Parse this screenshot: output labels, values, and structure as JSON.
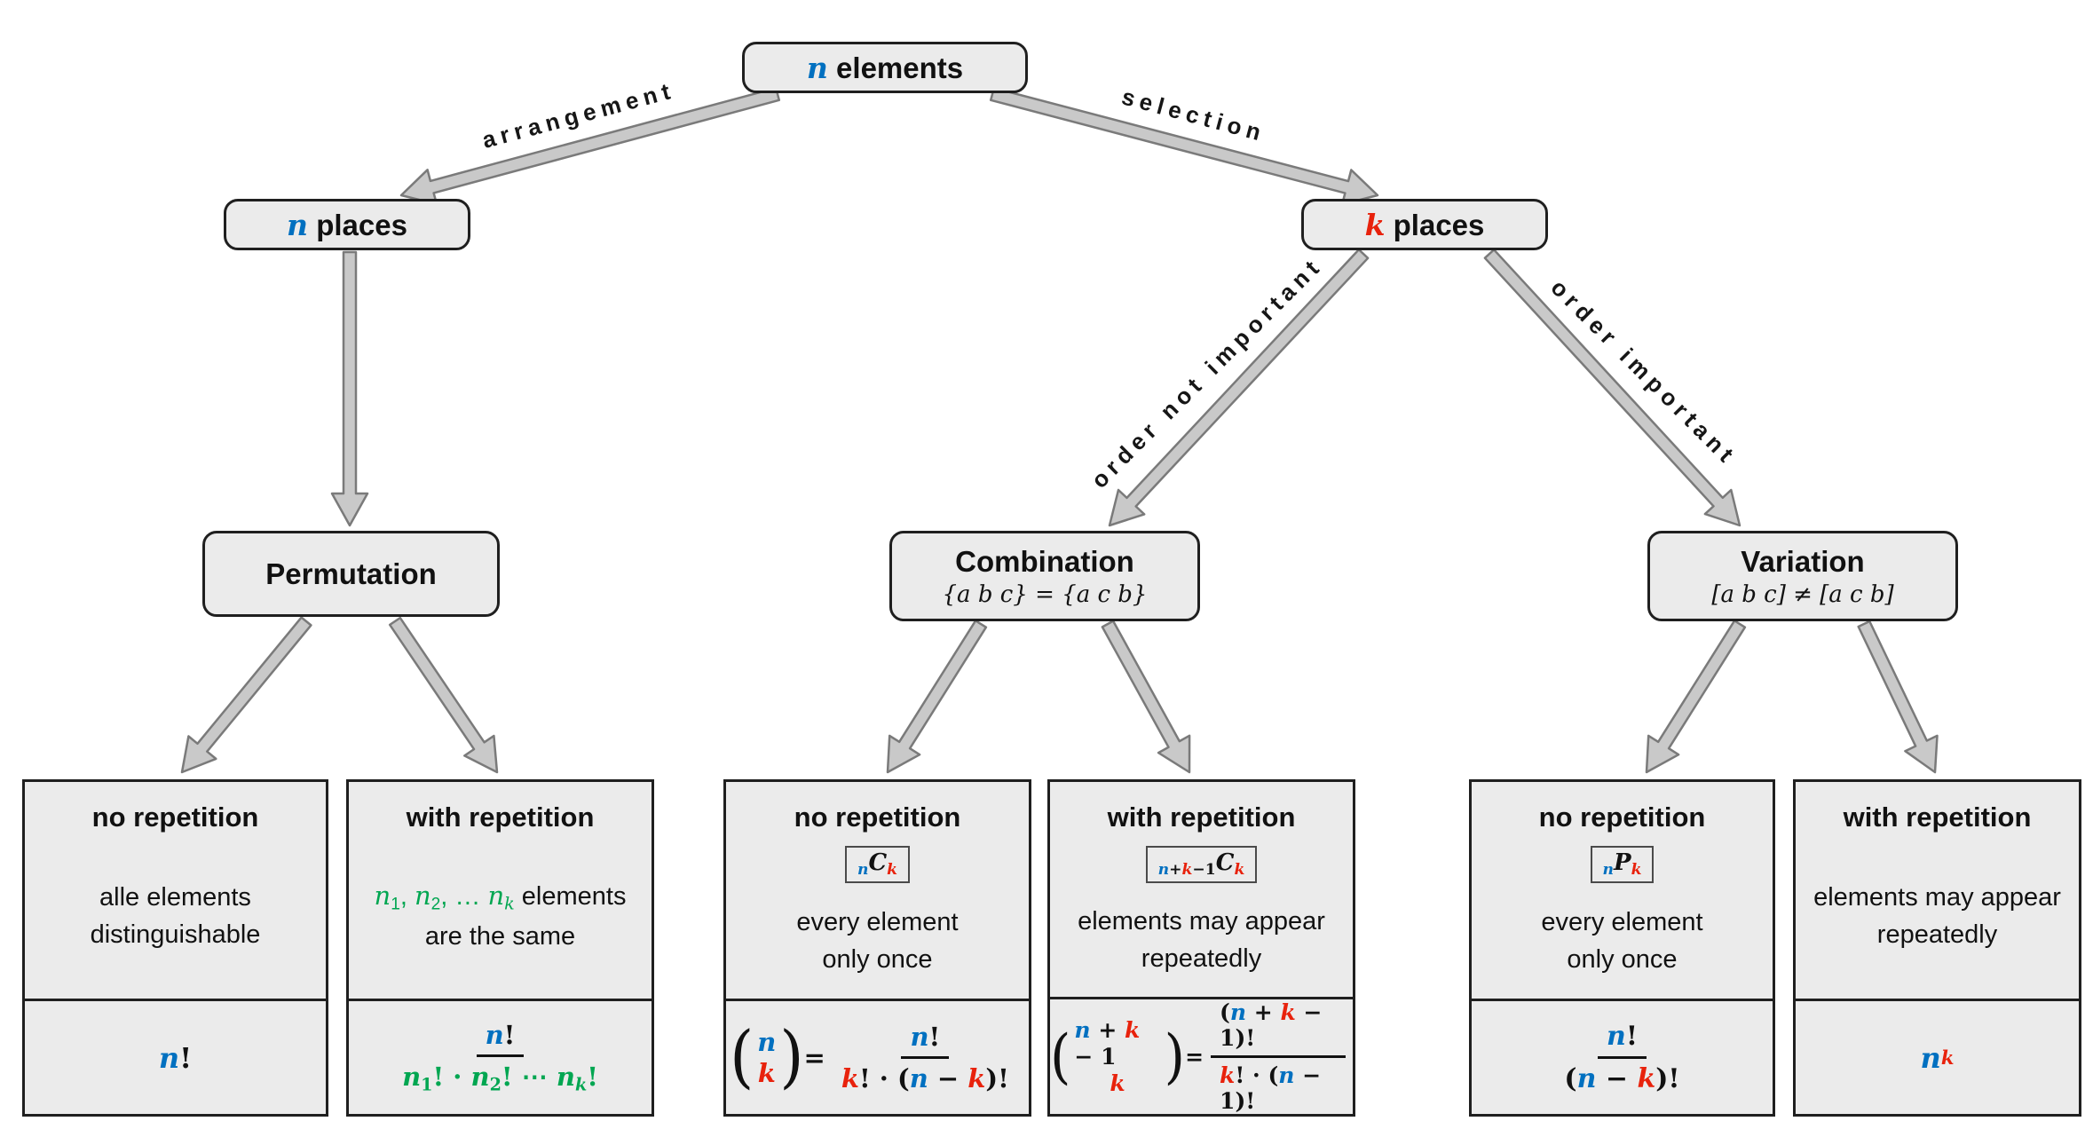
{
  "colors": {
    "blue": "#0070c0",
    "red": "#e8220c",
    "green": "#00a651",
    "black": "#111111"
  },
  "nodes": {
    "root": {
      "title": [
        {
          "t": "n",
          "c": "blue",
          "i": true
        },
        {
          "t": " elements"
        }
      ]
    },
    "n_places": {
      "title": [
        {
          "t": "n",
          "c": "blue",
          "i": true
        },
        {
          "t": " places"
        }
      ]
    },
    "k_places": {
      "title": [
        {
          "t": "k",
          "c": "red",
          "i": true
        },
        {
          "t": " places"
        }
      ]
    },
    "permutation": {
      "title": "Permutation"
    },
    "combination": {
      "title": "Combination",
      "subtitle": "{a b c} = {a c b}"
    },
    "variation": {
      "title": "Variation",
      "subtitle": "[a b c] ≠ [a c b]"
    }
  },
  "edges": {
    "arrangement": "arrangement",
    "selection": "selection",
    "order_not_important": "order not important",
    "order_important": "order important"
  },
  "leaves": [
    {
      "header": "no repetition",
      "desc": [
        {
          "t": "alle elements"
        },
        {
          "br": true
        },
        {
          "t": "distinguishable"
        }
      ],
      "formula": [
        {
          "t": "n",
          "c": "blue",
          "i": true
        },
        {
          "t": "!"
        }
      ]
    },
    {
      "header": "with repetition",
      "desc": [
        {
          "t": "n",
          "c": "green",
          "i": true
        },
        {
          "t": "1",
          "c": "green",
          "v": "sub"
        },
        {
          "t": ", ",
          "c": "green"
        },
        {
          "t": "n",
          "c": "green",
          "i": true
        },
        {
          "t": "2",
          "c": "green",
          "v": "sub"
        },
        {
          "t": ", … ",
          "c": "green"
        },
        {
          "t": "n",
          "c": "green",
          "i": true
        },
        {
          "t": "k",
          "c": "green",
          "i": true,
          "v": "sub"
        },
        {
          "t": " elements"
        },
        {
          "br": true
        },
        {
          "t": "are the same"
        }
      ],
      "formula": [
        {
          "frac": {
            "num": [
              {
                "t": "n",
                "c": "blue",
                "i": true
              },
              {
                "t": "!"
              }
            ],
            "den": [
              {
                "t": "n",
                "c": "green",
                "i": true
              },
              {
                "t": "1",
                "c": "green",
                "v": "sub"
              },
              {
                "t": "! · ",
                "c": "green"
              },
              {
                "t": "n",
                "c": "green",
                "i": true
              },
              {
                "t": "2",
                "c": "green",
                "v": "sub"
              },
              {
                "t": "! ⋯ ",
                "c": "green"
              },
              {
                "t": "n",
                "c": "green",
                "i": true
              },
              {
                "t": "k",
                "c": "green",
                "i": true,
                "v": "sub"
              },
              {
                "t": "!",
                "c": "green"
              }
            ]
          }
        }
      ]
    },
    {
      "header": "no repetition",
      "badge": [
        {
          "t": "n",
          "c": "blue",
          "i": true,
          "v": "sub"
        },
        {
          "t": "C",
          "i": true
        },
        {
          "t": "k",
          "c": "red",
          "i": true,
          "v": "sub"
        }
      ],
      "desc": [
        {
          "t": "every element"
        },
        {
          "br": true
        },
        {
          "t": "only once"
        }
      ],
      "formula": [
        {
          "binom": {
            "top": [
              {
                "t": "n",
                "c": "blue",
                "i": true
              }
            ],
            "bottom": [
              {
                "t": "k",
                "c": "red",
                "i": true
              }
            ]
          }
        },
        {
          "t": " = "
        },
        {
          "frac": {
            "num": [
              {
                "t": "n",
                "c": "blue",
                "i": true
              },
              {
                "t": "!"
              }
            ],
            "den": [
              {
                "t": "k",
                "c": "red",
                "i": true
              },
              {
                "t": "! · ("
              },
              {
                "t": "n",
                "c": "blue",
                "i": true
              },
              {
                "t": " − "
              },
              {
                "t": "k",
                "c": "red",
                "i": true
              },
              {
                "t": ")!"
              }
            ]
          }
        }
      ]
    },
    {
      "header": "with repetition",
      "badge": [
        {
          "t": "n",
          "c": "blue",
          "i": true,
          "v": "sub"
        },
        {
          "t": "+",
          "v": "sub"
        },
        {
          "t": "k",
          "c": "red",
          "i": true,
          "v": "sub"
        },
        {
          "t": "−1",
          "v": "sub"
        },
        {
          "t": "C",
          "i": true
        },
        {
          "t": "k",
          "c": "red",
          "i": true,
          "v": "sub"
        }
      ],
      "desc": [
        {
          "t": "elements may appear"
        },
        {
          "br": true
        },
        {
          "t": "repeatedly"
        }
      ],
      "formula": [
        {
          "binom": {
            "top": [
              {
                "t": "n",
                "c": "blue",
                "i": true
              },
              {
                "t": " + "
              },
              {
                "t": "k",
                "c": "red",
                "i": true
              },
              {
                "t": " − 1"
              }
            ],
            "bottom": [
              {
                "t": "k",
                "c": "red",
                "i": true
              }
            ]
          }
        },
        {
          "t": " = "
        },
        {
          "frac": {
            "num": [
              {
                "t": "("
              },
              {
                "t": "n",
                "c": "blue",
                "i": true
              },
              {
                "t": " + "
              },
              {
                "t": "k",
                "c": "red",
                "i": true
              },
              {
                "t": " − 1)!"
              }
            ],
            "den": [
              {
                "t": "k",
                "c": "red",
                "i": true
              },
              {
                "t": "! · ("
              },
              {
                "t": "n",
                "c": "blue",
                "i": true
              },
              {
                "t": " − 1)!"
              }
            ]
          }
        }
      ]
    },
    {
      "header": "no repetition",
      "badge": [
        {
          "t": "n",
          "c": "blue",
          "i": true,
          "v": "sub"
        },
        {
          "t": "P",
          "i": true
        },
        {
          "t": "k",
          "c": "red",
          "i": true,
          "v": "sub"
        }
      ],
      "desc": [
        {
          "t": "every element"
        },
        {
          "br": true
        },
        {
          "t": "only once"
        }
      ],
      "formula": [
        {
          "frac": {
            "num": [
              {
                "t": "n",
                "c": "blue",
                "i": true
              },
              {
                "t": "!"
              }
            ],
            "den": [
              {
                "t": "("
              },
              {
                "t": "n",
                "c": "blue",
                "i": true
              },
              {
                "t": " − "
              },
              {
                "t": "k",
                "c": "red",
                "i": true
              },
              {
                "t": ")!"
              }
            ]
          }
        }
      ]
    },
    {
      "header": "with repetition",
      "desc": [
        {
          "t": "elements may appear"
        },
        {
          "br": true
        },
        {
          "t": "repeatedly"
        }
      ],
      "formula": [
        {
          "t": "n",
          "c": "blue",
          "i": true
        },
        {
          "t": "k",
          "c": "red",
          "i": true,
          "v": "sup"
        }
      ]
    }
  ]
}
